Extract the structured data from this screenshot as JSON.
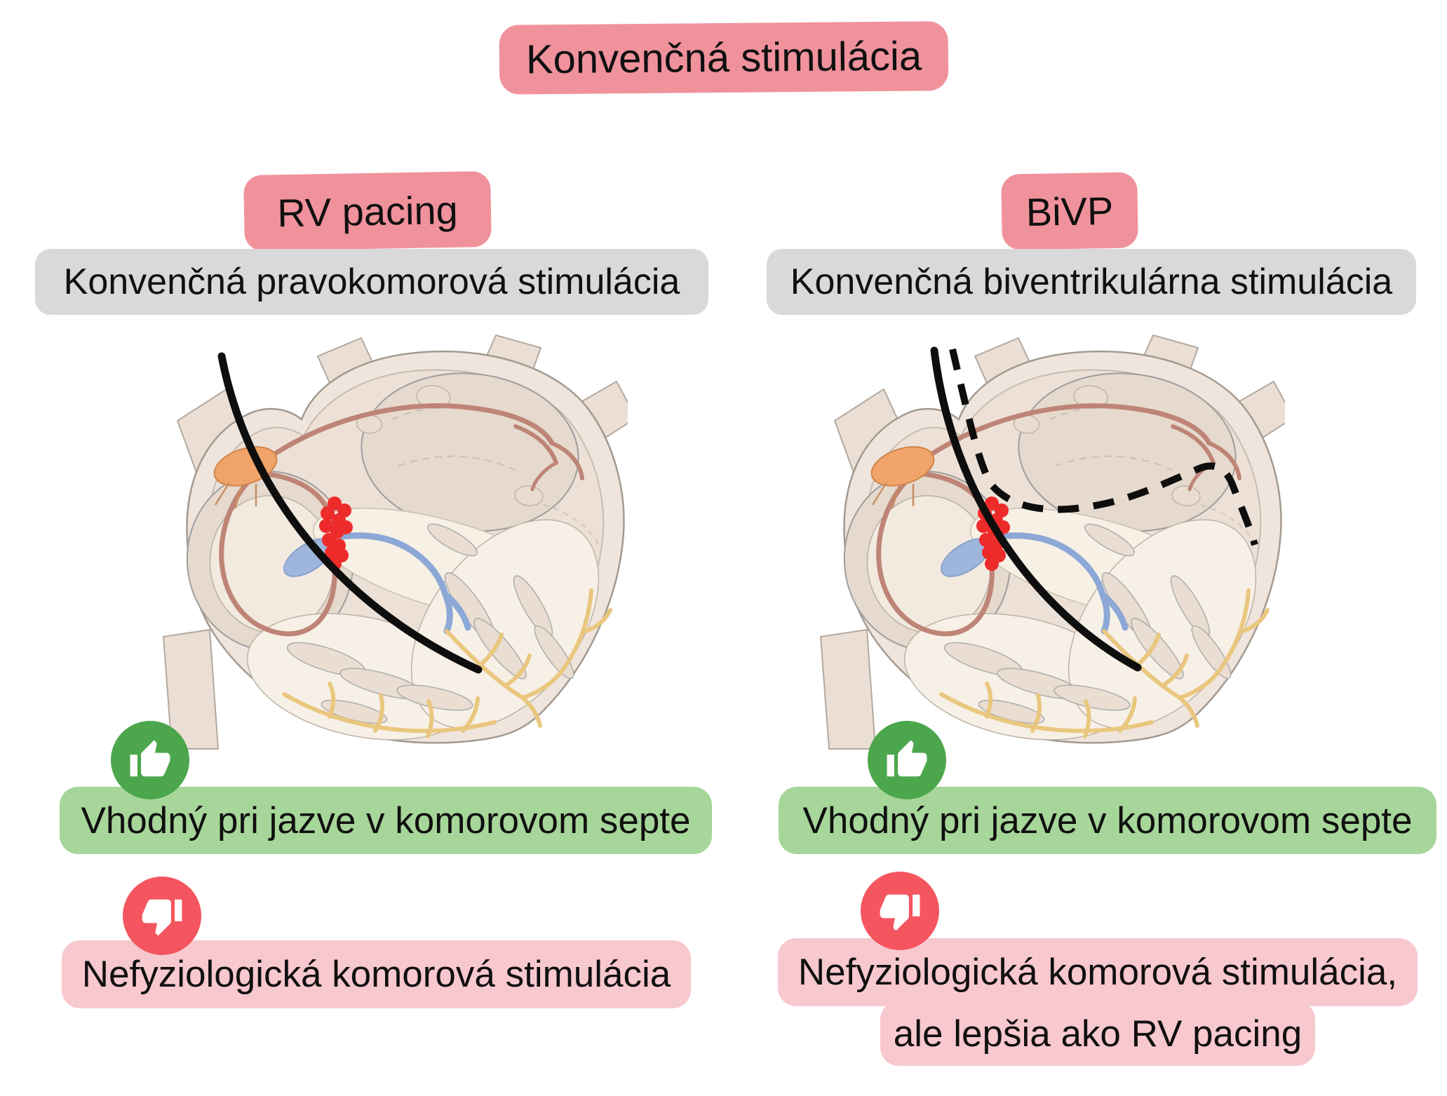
{
  "title": {
    "text": "Konvenčná stimulácia"
  },
  "columns": [
    {
      "id": "rv-pacing",
      "header": "RV pacing",
      "subtitle": "Konvenčná pravokomorová stimulácia",
      "pro": "Vhodný pri jazve v komorovom septe",
      "con_lines": [
        "Nefyziologická komorová stimulácia"
      ],
      "leads_shown": [
        "solid-rv-lead"
      ]
    },
    {
      "id": "bivp",
      "header": "BiVP",
      "subtitle": "Konvenčná biventrikulárna stimulácia",
      "pro": "Vhodný pri jazve v komorovom septe",
      "con_lines": [
        "Nefyziologická komorová stimulácia,",
        "ale lepšia ako RV pacing"
      ],
      "leads_shown": [
        "solid-rv-lead",
        "dashed-lv-lead"
      ]
    }
  ],
  "icons": {
    "pro": "thumbs-up-icon",
    "con": "thumbs-down-icon"
  },
  "illustration": {
    "subject": "heart four-chamber conduction-system drawing",
    "features": [
      "sa-node",
      "atrial-conduction-loops",
      "av-node-scar-dots",
      "his-bundle",
      "purkinje-fibers",
      "pacing-lead"
    ]
  },
  "colors": {
    "header_pink": "#F0929C",
    "light_pink": "#F8C8CF",
    "gray": "#D9D9D9",
    "green_bar": "#A6D699",
    "green_icon": "#4CA64C",
    "red_icon": "#F4555E",
    "scar_red": "#EE2B2B",
    "lead_black": "#0E0E0E",
    "heart_beige": "#F0E5DC",
    "sa_node_orange": "#F1A469",
    "conduction_salmon": "#BE8476",
    "his_blue": "#8CA8D6",
    "purkinje_yellow": "#E9C77F",
    "text": "#101010",
    "background": "#FFFFFF"
  }
}
